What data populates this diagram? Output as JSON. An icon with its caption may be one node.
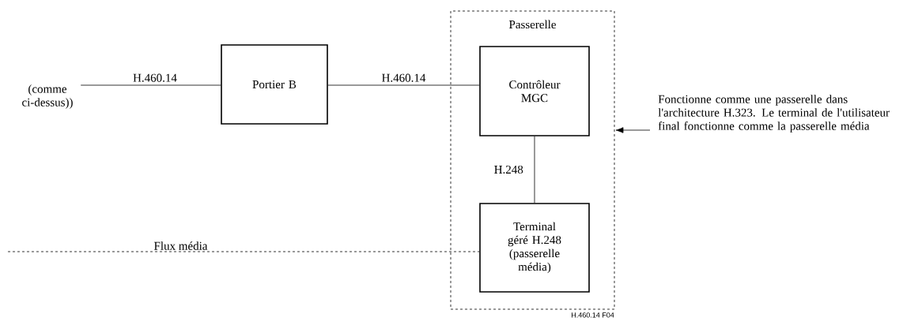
{
  "diagram": {
    "nodes": [
      {
        "text": [
          "(comme ci-dessus))"
        ]
      },
      {
        "text": [
          "Portier B"
        ]
      },
      {
        "text": [
          "Passerelle"
        ]
      },
      {
        "text": [
          "Contrôleur MGC"
        ],
        "in": 2
      },
      {
        "text": [
          "Terminal géré H.248 (passerelle média)"
        ],
        "in": 2
      },
      {
        "text": [
          "Fonctionne comme une passerelle dans l'architecture H.323. Le terminal de l'utilisateur final fonctionne comme la passerelle média"
        ]
      }
    ],
    "edges": [
      {
        "from": 0,
        "to": 1,
        "arrow": "none",
        "label": "H.460.14"
      },
      {
        "from": 1,
        "to": 3,
        "arrow": "none",
        "label": "H.460.14"
      },
      {
        "from": 3,
        "to": 4,
        "arrow": "none",
        "label": "H.248"
      },
      {
        "from": null,
        "to": 4,
        "arrow": "none",
        "label": "Flux média",
        "style": "dashed"
      },
      {
        "from": 5,
        "to": 2,
        "arrow": "to"
      }
    ],
    "labels": [
      "H.460.14  F04"
    ]
  }
}
